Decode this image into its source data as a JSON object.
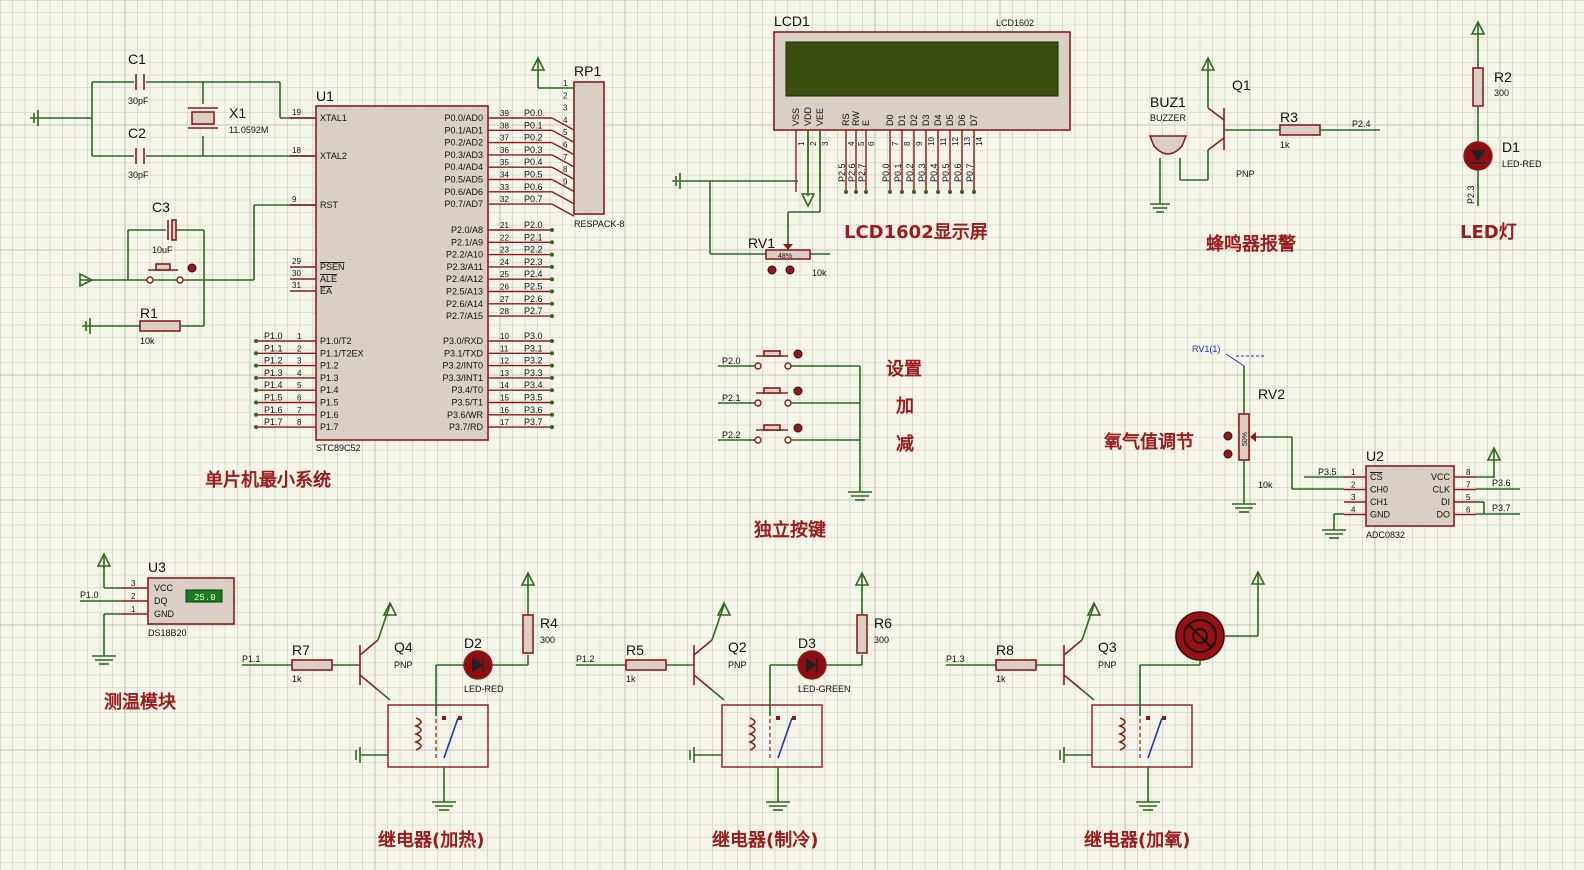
{
  "captions": {
    "mcu": "单片机最小系统",
    "lcd": "LCD1602显示屏",
    "buzzer": "蜂鸣器报警",
    "led": "LED灯",
    "keys": "独立按键",
    "key_set": "设置",
    "key_add": "加",
    "key_sub": "减",
    "oxygen": "氧气值调节",
    "temp": "测温模块",
    "relay_heat": "继电器(加热)",
    "relay_cool": "继电器(制冷)",
    "relay_oxy": "继电器(加氧)"
  },
  "mcu": {
    "ref": "U1",
    "part": "STC89C52",
    "left_pins": [
      {
        "num": "19",
        "name": "XTAL1"
      },
      {
        "num": "18",
        "name": "XTAL2"
      },
      {
        "num": "9",
        "name": "RST"
      },
      {
        "num": "29",
        "name": "PSEN"
      },
      {
        "num": "30",
        "name": "ALE"
      },
      {
        "num": "31",
        "name": "EA"
      }
    ],
    "p1_pins": [
      {
        "num": "1",
        "name": "P1.0/T2",
        "net": "P1.0"
      },
      {
        "num": "2",
        "name": "P1.1/T2EX",
        "net": "P1.1"
      },
      {
        "num": "3",
        "name": "P1.2",
        "net": "P1.2"
      },
      {
        "num": "4",
        "name": "P1.3",
        "net": "P1.3"
      },
      {
        "num": "5",
        "name": "P1.4",
        "net": "P1.4"
      },
      {
        "num": "6",
        "name": "P1.5",
        "net": "P1.5"
      },
      {
        "num": "7",
        "name": "P1.6",
        "net": "P1.6"
      },
      {
        "num": "8",
        "name": "P1.7",
        "net": "P1.7"
      }
    ],
    "p0_pins": [
      {
        "num": "39",
        "name": "P0.0/AD0",
        "net": "P0.0"
      },
      {
        "num": "38",
        "name": "P0.1/AD1",
        "net": "P0.1"
      },
      {
        "num": "37",
        "name": "P0.2/AD2",
        "net": "P0.2"
      },
      {
        "num": "36",
        "name": "P0.3/AD3",
        "net": "P0.3"
      },
      {
        "num": "35",
        "name": "P0.4/AD4",
        "net": "P0.4"
      },
      {
        "num": "34",
        "name": "P0.5/AD5",
        "net": "P0.5"
      },
      {
        "num": "33",
        "name": "P0.6/AD6",
        "net": "P0.6"
      },
      {
        "num": "32",
        "name": "P0.7/AD7",
        "net": "P0.7"
      }
    ],
    "p2_pins": [
      {
        "num": "21",
        "name": "P2.0/A8",
        "net": "P2.0"
      },
      {
        "num": "22",
        "name": "P2.1/A9",
        "net": "P2.1"
      },
      {
        "num": "23",
        "name": "P2.2/A10",
        "net": "P2.2"
      },
      {
        "num": "24",
        "name": "P2.3/A11",
        "net": "P2.3"
      },
      {
        "num": "25",
        "name": "P2.4/A12",
        "net": "P2.4"
      },
      {
        "num": "26",
        "name": "P2.5/A13",
        "net": "P2.5"
      },
      {
        "num": "27",
        "name": "P2.6/A14",
        "net": "P2.6"
      },
      {
        "num": "28",
        "name": "P2.7/A15",
        "net": "P2.7"
      }
    ],
    "p3_pins": [
      {
        "num": "10",
        "name": "P3.0/RXD",
        "net": "P3.0"
      },
      {
        "num": "11",
        "name": "P3.1/TXD",
        "net": "P3.1"
      },
      {
        "num": "12",
        "name": "P3.2/INT0",
        "net": "P3.2"
      },
      {
        "num": "13",
        "name": "P3.3/INT1",
        "net": "P3.3"
      },
      {
        "num": "14",
        "name": "P3.4/T0",
        "net": "P3.4"
      },
      {
        "num": "15",
        "name": "P3.5/T1",
        "net": "P3.5"
      },
      {
        "num": "16",
        "name": "P3.6/WR",
        "net": "P3.6"
      },
      {
        "num": "17",
        "name": "P3.7/RD",
        "net": "P3.7"
      }
    ]
  },
  "crystal": {
    "ref": "X1",
    "value": "11.0592M"
  },
  "c1": {
    "ref": "C1",
    "value": "30pF"
  },
  "c2": {
    "ref": "C2",
    "value": "30pF"
  },
  "c3": {
    "ref": "C3",
    "value": "10uF"
  },
  "r1": {
    "ref": "R1",
    "value": "10k"
  },
  "rp1": {
    "ref": "RP1",
    "part": "RESPACK-8",
    "pins": [
      "1",
      "2",
      "3",
      "4",
      "5",
      "6",
      "7",
      "8",
      "9"
    ]
  },
  "lcd": {
    "ref": "LCD1",
    "part": "LCD1602",
    "pins": [
      {
        "name": "VSS",
        "num": "1",
        "net": ""
      },
      {
        "name": "VDD",
        "num": "2",
        "net": ""
      },
      {
        "name": "VEE",
        "num": "3",
        "net": ""
      },
      {
        "name": "RS",
        "num": "4",
        "net": "P2.5"
      },
      {
        "name": "RW",
        "num": "5",
        "net": "P2.6"
      },
      {
        "name": "E",
        "num": "6",
        "net": "P2.7"
      },
      {
        "name": "D0",
        "num": "7",
        "net": "P0.0"
      },
      {
        "name": "D1",
        "num": "8",
        "net": "P0.1"
      },
      {
        "name": "D2",
        "num": "9",
        "net": "P0.2"
      },
      {
        "name": "D3",
        "num": "10",
        "net": "P0.3"
      },
      {
        "name": "D4",
        "num": "11",
        "net": "P0.4"
      },
      {
        "name": "D5",
        "num": "12",
        "net": "P0.5"
      },
      {
        "name": "D6",
        "num": "13",
        "net": "P0.6"
      },
      {
        "name": "D7",
        "num": "14",
        "net": "P0.7"
      }
    ]
  },
  "rv1": {
    "ref": "RV1",
    "value": "10k",
    "pct": "48%"
  },
  "buzzer": {
    "ref": "BUZ1",
    "part": "BUZZER"
  },
  "q1": {
    "ref": "Q1",
    "type": "PNP"
  },
  "r3": {
    "ref": "R3",
    "value": "1k",
    "net": "P2.4"
  },
  "r2": {
    "ref": "R2",
    "value": "300"
  },
  "d1": {
    "ref": "D1",
    "part": "LED-RED",
    "net": "P2.3"
  },
  "keys": [
    {
      "net": "P2.0"
    },
    {
      "net": "P2.1"
    },
    {
      "net": "P2.2"
    }
  ],
  "rv2": {
    "ref": "RV2",
    "value": "10k",
    "probe": "RV1(1)",
    "pct": "50%"
  },
  "adc": {
    "ref": "U2",
    "part": "ADC0832",
    "left": [
      {
        "num": "1",
        "name": "CS",
        "net": "P3.5"
      },
      {
        "num": "2",
        "name": "CH0",
        "net": ""
      },
      {
        "num": "3",
        "name": "CH1",
        "net": ""
      },
      {
        "num": "4",
        "name": "GND",
        "net": ""
      }
    ],
    "right": [
      {
        "num": "8",
        "name": "VCC",
        "net": ""
      },
      {
        "num": "7",
        "name": "CLK",
        "net": "P3.6"
      },
      {
        "num": "5",
        "name": "DI",
        "net": ""
      },
      {
        "num": "6",
        "name": "DO",
        "net": "P3.7"
      }
    ]
  },
  "ds18b20": {
    "ref": "U3",
    "part": "DS18B20",
    "reading": "25.0",
    "pins": [
      {
        "num": "3",
        "name": "VCC",
        "net": ""
      },
      {
        "num": "2",
        "name": "DQ",
        "net": "P1.0"
      },
      {
        "num": "1",
        "name": "GND",
        "net": ""
      }
    ]
  },
  "relay_heat": {
    "r_ref": "R7",
    "r_val": "1k",
    "net": "P1.1",
    "q_ref": "Q4",
    "q_type": "PNP",
    "d_ref": "D2",
    "d_part": "LED-RED",
    "rl_ref": "R4",
    "rl_val": "300"
  },
  "relay_cool": {
    "r_ref": "R5",
    "r_val": "1k",
    "net": "P1.2",
    "q_ref": "Q2",
    "q_type": "PNP",
    "d_ref": "D3",
    "d_part": "LED-GREEN",
    "rl_ref": "R6",
    "rl_val": "300"
  },
  "relay_oxy": {
    "r_ref": "R8",
    "r_val": "1k",
    "net": "P1.3",
    "q_ref": "Q3",
    "q_type": "PNP"
  },
  "colors": {
    "background": "#f5f5ea",
    "wire": "#2b6b1c",
    "body": "#8c1c1c",
    "caption": "#9a1c1c",
    "lcd_screen": "#3b4e12",
    "led_red": "#8c0f0f",
    "led_green": "#8c0f0f",
    "ds_display": "#1f7a1f"
  }
}
